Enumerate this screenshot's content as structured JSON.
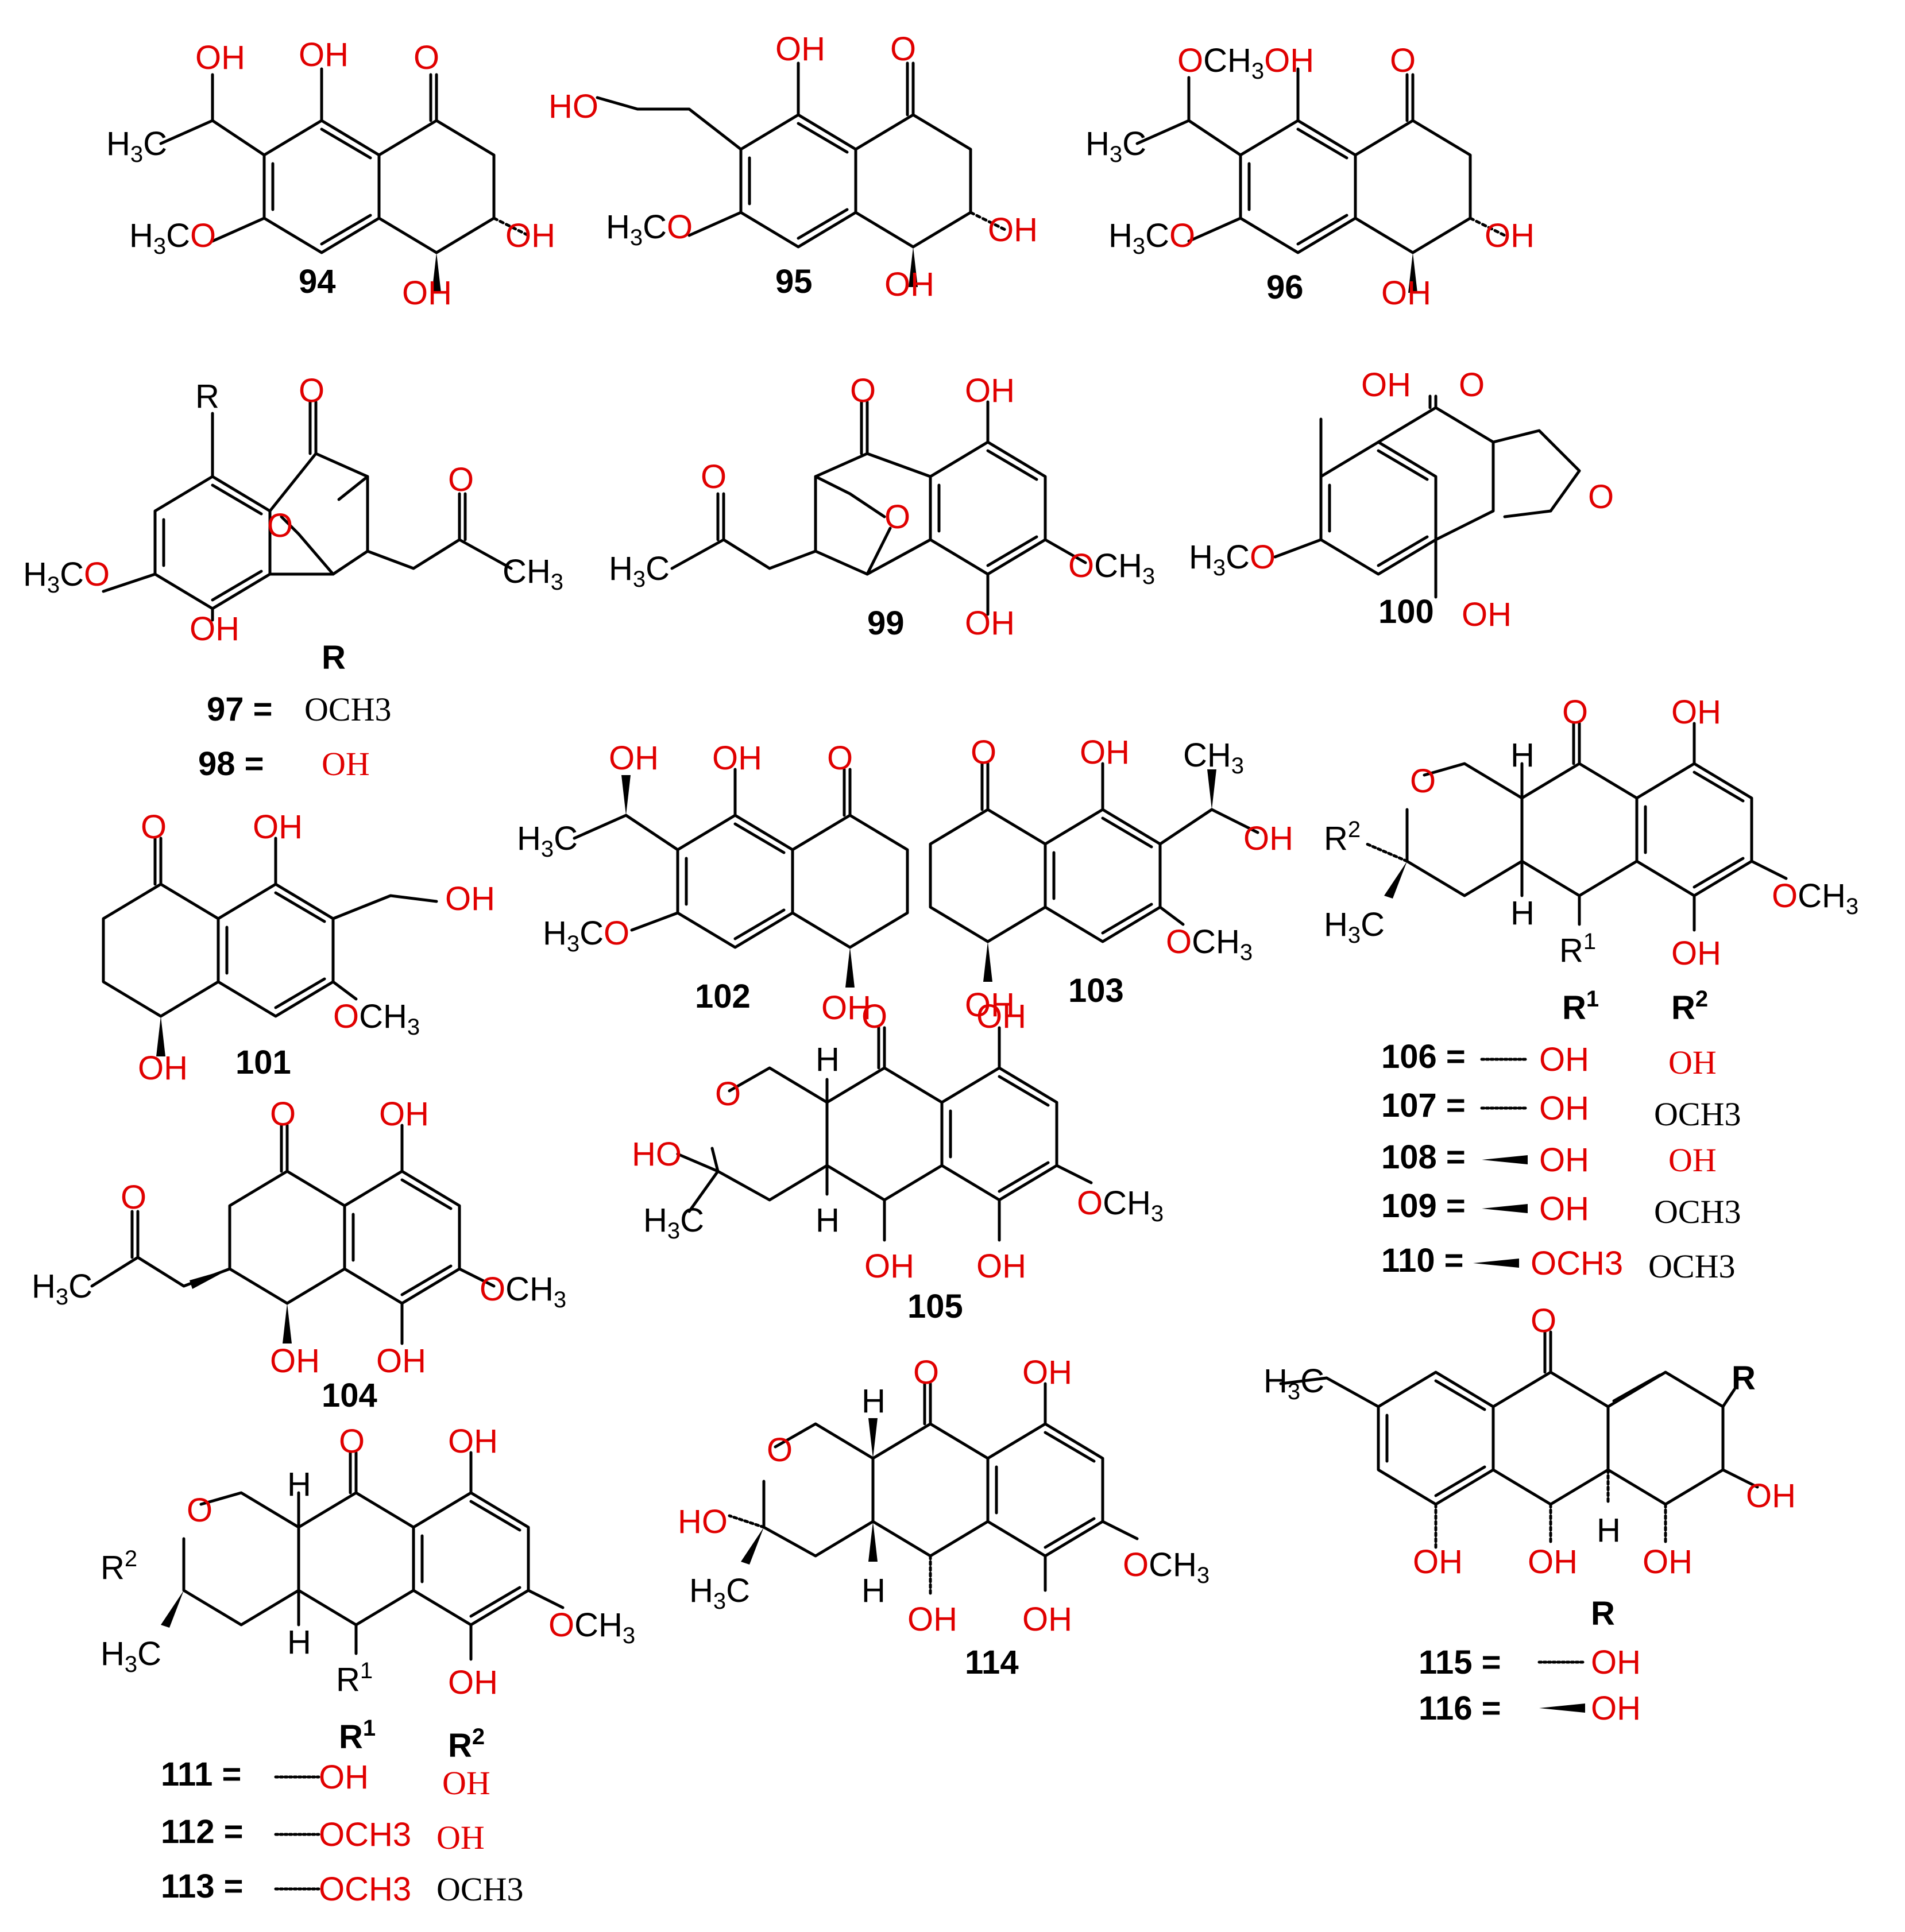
{
  "compounds": [
    {
      "id": "94"
    },
    {
      "id": "95"
    },
    {
      "id": "96"
    },
    {
      "id": "97"
    },
    {
      "id": "98"
    },
    {
      "id": "99"
    },
    {
      "id": "100"
    },
    {
      "id": "101"
    },
    {
      "id": "102"
    },
    {
      "id": "103"
    },
    {
      "id": "104"
    },
    {
      "id": "105"
    },
    {
      "id": "106"
    },
    {
      "id": "107"
    },
    {
      "id": "108"
    },
    {
      "id": "109"
    },
    {
      "id": "110"
    },
    {
      "id": "111"
    },
    {
      "id": "112"
    },
    {
      "id": "113"
    },
    {
      "id": "114"
    },
    {
      "id": "115"
    },
    {
      "id": "116"
    }
  ],
  "labels": {
    "oh": "OH",
    "o": "O",
    "och3": "OCH",
    "h3c": "H",
    "ch3": "CH",
    "ho": "HO",
    "h": "H",
    "r": "R",
    "r1": "R",
    "r2": "R",
    "eq": "=",
    "sub3": "3",
    "sub1": "1",
    "sub2": "2"
  },
  "substituents": {
    "s97": "OCH3",
    "s98": "OH",
    "s106": [
      "OH",
      "OH"
    ],
    "s107": [
      "OH",
      "OCH3"
    ],
    "s108": [
      "OH",
      "OH"
    ],
    "s109": [
      "OH",
      "OCH3"
    ],
    "s110": [
      "OCH3",
      "OCH3"
    ],
    "s111": [
      "OH",
      "OH"
    ],
    "s112": [
      "OCH3",
      "OH"
    ],
    "s113": [
      "OCH3",
      "OCH3"
    ],
    "s115": "OH",
    "s116": "OH"
  },
  "colors": {
    "heteroatom": "#e00000",
    "bond": "#000000"
  }
}
